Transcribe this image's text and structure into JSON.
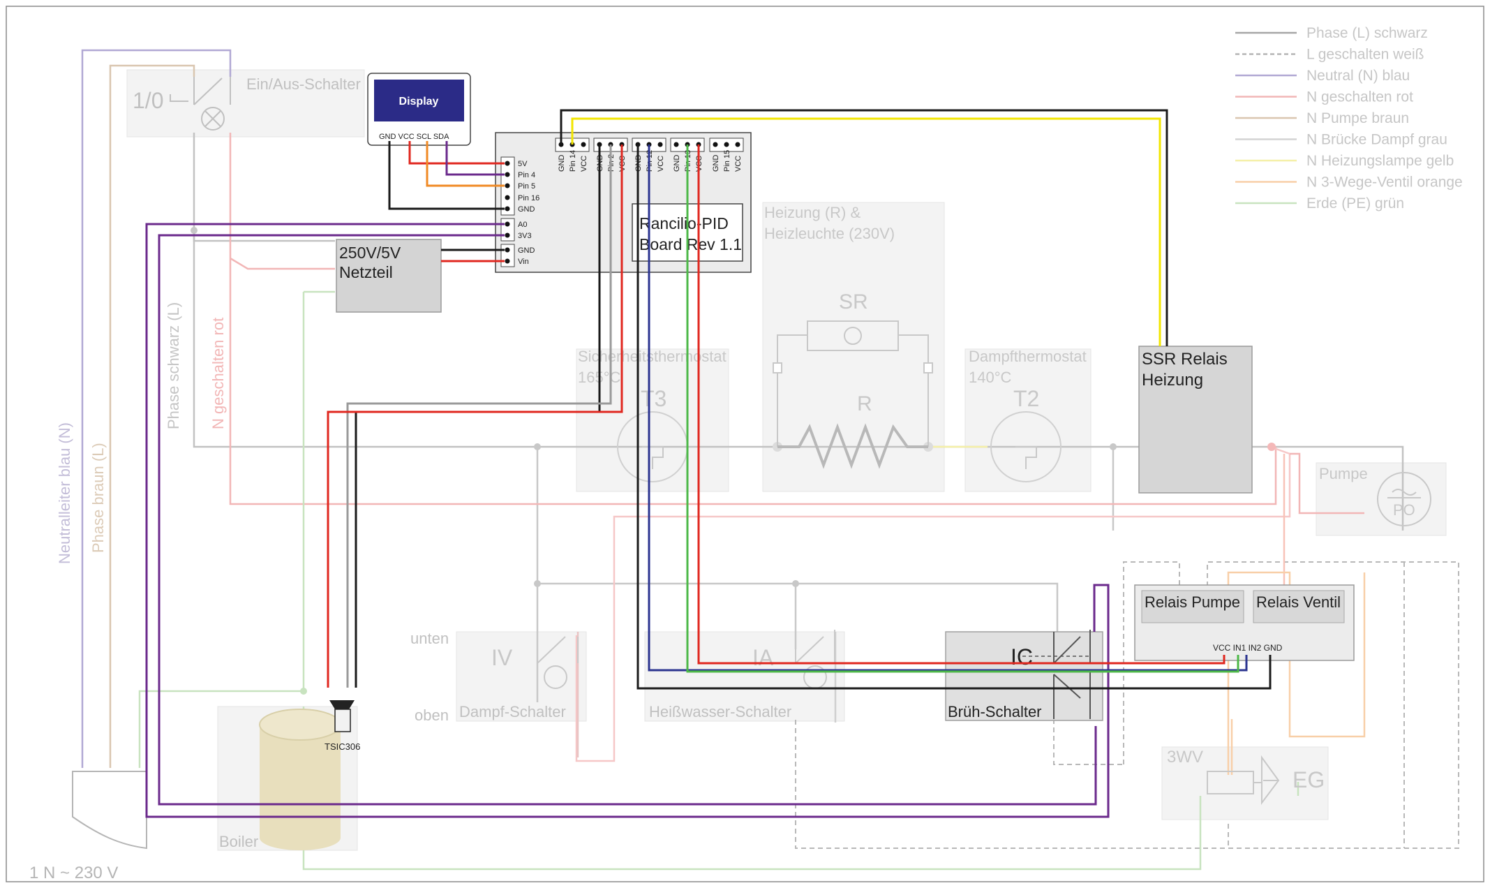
{
  "legend": {
    "items": [
      {
        "label": "Phase (L) schwarz",
        "color": "#a6a6a6",
        "dash": false
      },
      {
        "label": "L geschalten weiß",
        "color": "#b5b5b5",
        "dash": true
      },
      {
        "label": "Neutral (N) blau",
        "color": "#b1a8d4",
        "dash": false
      },
      {
        "label": "N geschalten rot",
        "color": "#f2b6b6",
        "dash": false
      },
      {
        "label": "N Pumpe braun",
        "color": "#d9c6b0",
        "dash": false
      },
      {
        "label": "N Brücke Dampf grau",
        "color": "#d3d3d3",
        "dash": false
      },
      {
        "label": "N Heizungslampe gelb",
        "color": "#f5f0a8",
        "dash": false
      },
      {
        "label": "N 3-Wege-Ventil orange",
        "color": "#f8cfa8",
        "dash": false
      },
      {
        "label": "Erde (PE) grün",
        "color": "#c8e3bf",
        "dash": false
      }
    ]
  },
  "components": {
    "main_switch": {
      "symbol": "1/0",
      "label": "Ein/Aus-Schalter"
    },
    "display": {
      "title": "Display",
      "pins": "GND VCC SCL SDA"
    },
    "board": {
      "name_line1": "Rancilio-PID",
      "name_line2": "Board Rev 1.1",
      "left_pins_top": [
        "5V",
        "Pin 4",
        "Pin 5",
        "Pin 16",
        "GND"
      ],
      "left_pins_mid": [
        "A0",
        "3V3"
      ],
      "left_pins_bot": [
        "GND",
        "Vin"
      ],
      "header1": [
        "GND",
        "Pin 14",
        "VCC"
      ],
      "header2": [
        "GND",
        "Pin 2",
        "VCC"
      ],
      "header3": [
        "GND",
        "Pin 12",
        "VCC"
      ],
      "header4": [
        "GND",
        "Pin 13",
        "VCC"
      ],
      "header5": [
        "GND",
        "Pin 15",
        "VCC"
      ]
    },
    "psu": {
      "line1": "250V/5V",
      "line2": "Netzteil"
    },
    "heater": {
      "line1": "Heizung (R) &",
      "line2": "Heizleuchte (230V)",
      "sr": "SR",
      "r": "R"
    },
    "safety_thermostat": {
      "line1": "Sicherheitsthermostat",
      "line2": "165°C",
      "symbol": "T3"
    },
    "steam_thermostat": {
      "line1": "Dampfthermostat",
      "line2": "140°C",
      "symbol": "T2"
    },
    "ssr": {
      "line1": "SSR Relais",
      "line2": "Heizung"
    },
    "pump": {
      "label": "Pumpe",
      "symbol": "PO"
    },
    "relay_board": {
      "pump": "Relais Pumpe",
      "valve": "Relais Ventil",
      "pins": "VCC IN1 IN2 GND"
    },
    "steam_switch": {
      "symbol": "IV",
      "label": "Dampf-Schalter",
      "top": "unten",
      "bottom": "oben"
    },
    "hotwater_switch": {
      "symbol": "IA",
      "label": "Heißwasser-Schalter"
    },
    "brew_switch": {
      "symbol": "IC",
      "label": "Brüh-Schalter"
    },
    "valve": {
      "label": "3WV",
      "symbol": "EG"
    },
    "sensor": {
      "label": "TSIC306"
    },
    "boiler": {
      "label": "Boiler"
    }
  },
  "wire_labels": {
    "neutral": "Neutralleiter blau (N)",
    "phase_brown": "Phase braun (L)",
    "phase_black": "Phase schwarz (L)",
    "n_switched": "N geschalten rot"
  },
  "supply": "1 N ~ 230 V",
  "colors": {
    "red": "#e0271f",
    "black": "#1a1a1a",
    "purple": "#6b2a8c",
    "orange": "#f08a24",
    "green": "#4db848",
    "blue": "#2c3590",
    "yellow": "#f2e600",
    "display_bg": "#2b2b87"
  }
}
